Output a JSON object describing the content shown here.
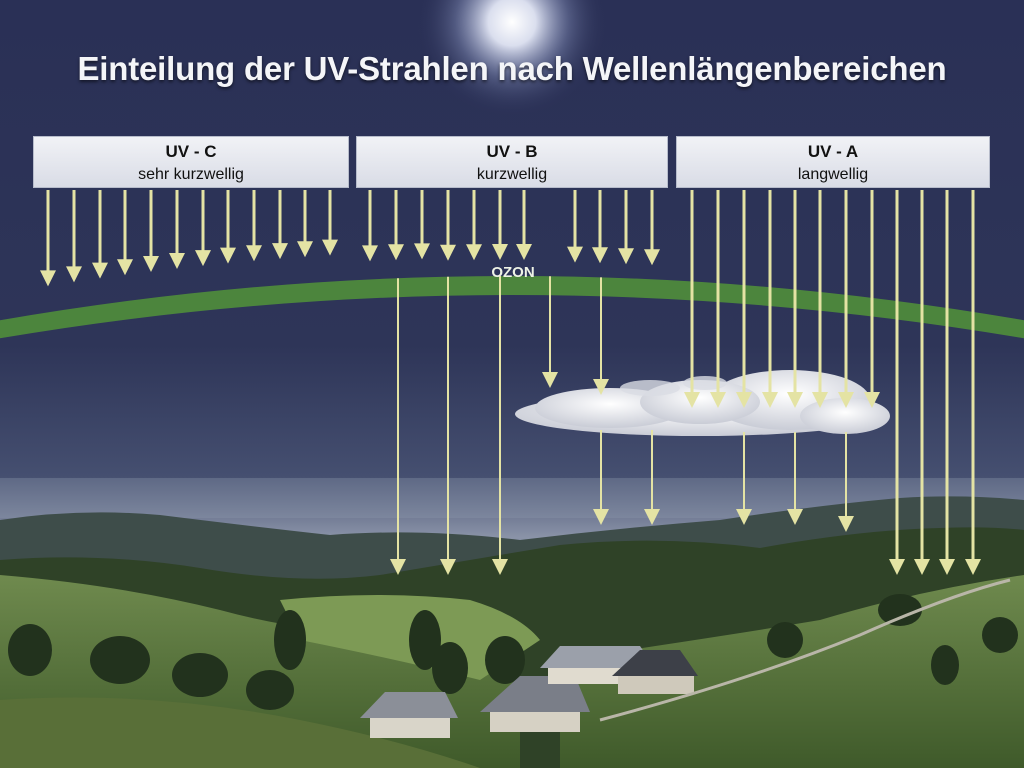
{
  "title": "Einteilung der UV-Strahlen nach Wellenlängenbereichen",
  "ozone_label": "OZON",
  "bands": [
    {
      "name": "UV - C",
      "description": "sehr kurzwellig"
    },
    {
      "name": "UV - B",
      "description": "kurzwellig"
    },
    {
      "name": "UV - A",
      "description": "langwellig"
    }
  ],
  "colors": {
    "arrow": "#e4e3a4",
    "ozone_layer": "#4e8a3c",
    "sky_top": "#2c3358",
    "sky_bottom": "#5e6a88",
    "hills": "#4f6b35"
  }
}
